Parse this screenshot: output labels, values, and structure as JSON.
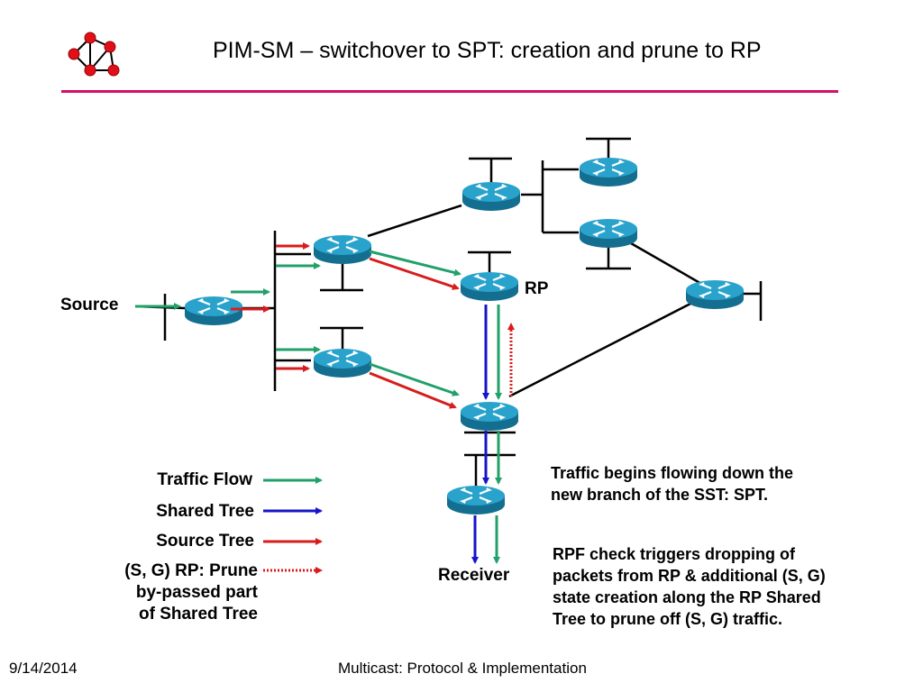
{
  "title": "PIM-SM – switchover to SPT: creation and prune to RP",
  "labels": {
    "source": "Source",
    "rp": "RP",
    "receiver": "Receiver"
  },
  "legend": {
    "traffic_flow": "Traffic Flow",
    "shared_tree": "Shared Tree",
    "source_tree": "Source Tree",
    "prune_line1": "(S, G) RP: Prune",
    "prune_line2": "by-passed part",
    "prune_line3": "of Shared Tree"
  },
  "notes": {
    "note1_line1": "Traffic begins flowing down the",
    "note1_line2": "new branch of the SST: SPT.",
    "note2_line1": "RPF check triggers dropping of",
    "note2_line2": "packets from RP & additional (S, G)",
    "note2_line3": "state creation along the RP Shared",
    "note2_line4": "Tree to prune off (S, G) traffic."
  },
  "footer": {
    "date": "9/14/2014",
    "center": "Multicast: Protocol & Implementation"
  },
  "colors": {
    "accent_rule": "#d0106a",
    "logo_red": "#e0101a",
    "traffic_flow": "#22a06a",
    "shared_tree": "#1515c8",
    "source_tree": "#d81c1c",
    "router_body": "#1e8fb8"
  }
}
